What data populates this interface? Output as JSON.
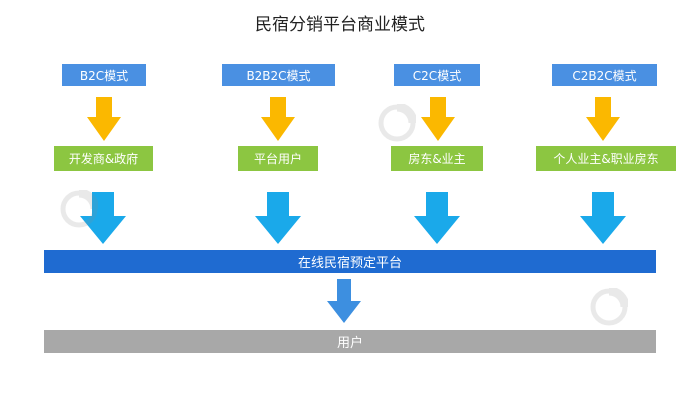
{
  "title": "民宿分销平台商业模式",
  "colors": {
    "model_box": "#4a90e2",
    "actor_box": "#8cc641",
    "yellow_arrow": "#fbb800",
    "cyan_arrow": "#1aa9ea",
    "platform_bar": "#1f6bd1",
    "user_arrow": "#3d8fe0",
    "user_bar": "#a8a8a8"
  },
  "columns": [
    {
      "model": "B2C模式",
      "actor": "开发商&政府"
    },
    {
      "model": "B2B2C模式",
      "actor": "平台用户"
    },
    {
      "model": "C2C模式",
      "actor": "房东&业主"
    },
    {
      "model": "C2B2C模式",
      "actor": "个人业主&职业房东"
    }
  ],
  "platform": "在线民宿预定平台",
  "user": "用户"
}
